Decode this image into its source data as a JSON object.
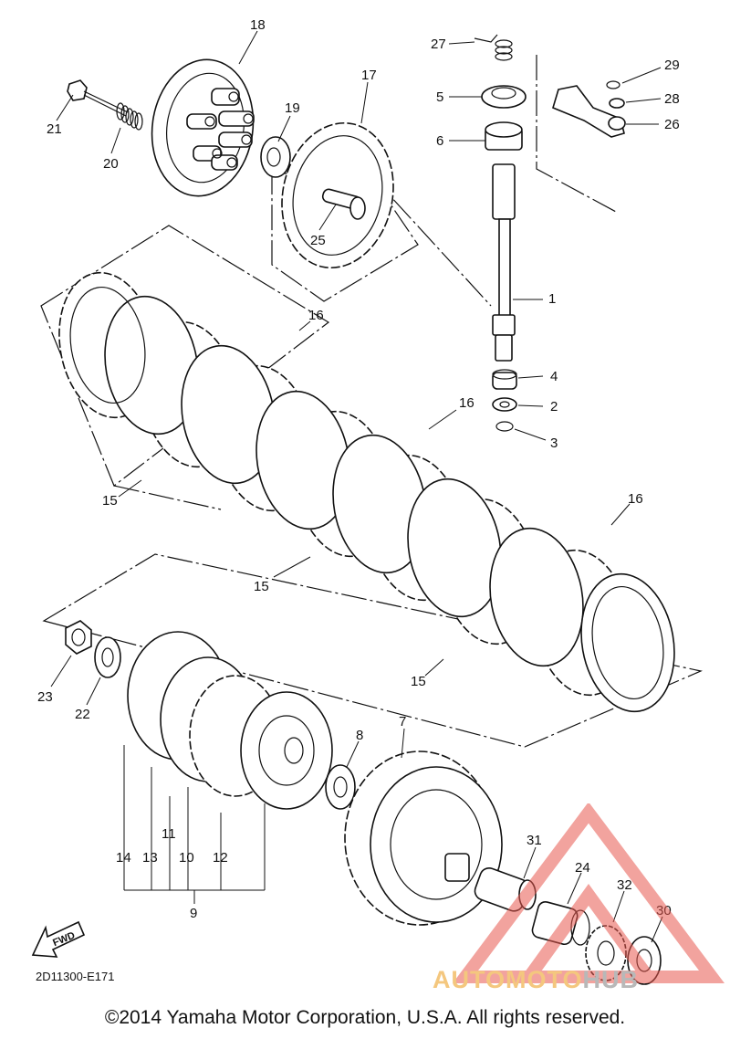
{
  "diagram": {
    "callouts": [
      {
        "id": "1",
        "label": "1"
      },
      {
        "id": "2",
        "label": "2"
      },
      {
        "id": "3",
        "label": "3"
      },
      {
        "id": "4",
        "label": "4"
      },
      {
        "id": "5",
        "label": "5"
      },
      {
        "id": "6",
        "label": "6"
      },
      {
        "id": "7",
        "label": "7"
      },
      {
        "id": "8",
        "label": "8"
      },
      {
        "id": "9",
        "label": "9"
      },
      {
        "id": "10",
        "label": "10"
      },
      {
        "id": "11",
        "label": "11"
      },
      {
        "id": "12",
        "label": "12"
      },
      {
        "id": "13",
        "label": "13"
      },
      {
        "id": "14",
        "label": "14"
      },
      {
        "id": "15a",
        "label": "15"
      },
      {
        "id": "15b",
        "label": "15"
      },
      {
        "id": "15c",
        "label": "15"
      },
      {
        "id": "16a",
        "label": "16"
      },
      {
        "id": "16b",
        "label": "16"
      },
      {
        "id": "16c",
        "label": "16"
      },
      {
        "id": "17",
        "label": "17"
      },
      {
        "id": "18",
        "label": "18"
      },
      {
        "id": "19",
        "label": "19"
      },
      {
        "id": "20",
        "label": "20"
      },
      {
        "id": "21",
        "label": "21"
      },
      {
        "id": "22",
        "label": "22"
      },
      {
        "id": "23",
        "label": "23"
      },
      {
        "id": "24",
        "label": "24"
      },
      {
        "id": "25",
        "label": "25"
      },
      {
        "id": "26",
        "label": "26"
      },
      {
        "id": "27",
        "label": "27"
      },
      {
        "id": "28",
        "label": "28"
      },
      {
        "id": "29",
        "label": "29"
      },
      {
        "id": "30",
        "label": "30"
      },
      {
        "id": "31",
        "label": "31"
      },
      {
        "id": "32",
        "label": "32"
      }
    ],
    "fwd_label": "FWD",
    "catalog_code": "2D11300-E171",
    "copyright": "©2014 Yamaha Motor Corporation, U.S.A. All rights reserved."
  },
  "watermark": {
    "text_part1": "AUTOMOTO",
    "text_part2": "HUB",
    "colors": {
      "triangle": "#e8584f",
      "text_part1": "#f4c77e",
      "text_part2": "#b8b8b8"
    }
  }
}
